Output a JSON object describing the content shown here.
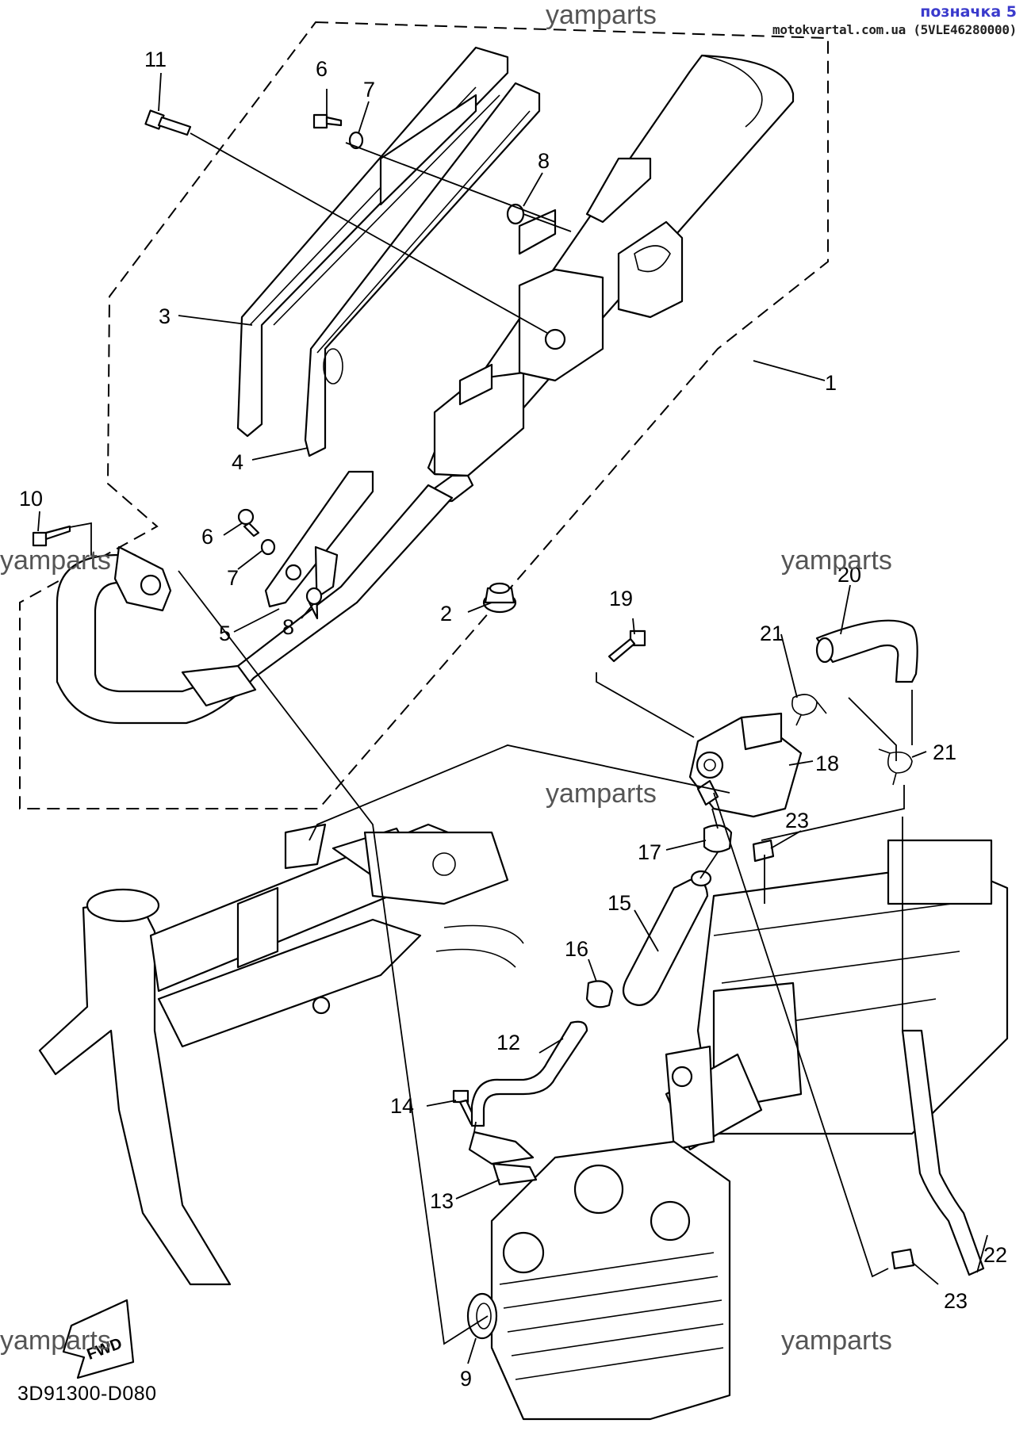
{
  "header": {
    "ref_label": "позначка 5",
    "site_label": "motokvartal.com.ua (5VLE46280000)"
  },
  "diagram_code": "3D91300-D080",
  "watermarks": [
    "yamparts",
    "yamparts",
    "yamparts",
    "yamparts",
    "yamparts",
    "yamparts"
  ],
  "fwd_label": "FWD",
  "callouts": [
    "1",
    "2",
    "3",
    "4",
    "5",
    "6",
    "6",
    "7",
    "7",
    "8",
    "8",
    "9",
    "10",
    "11",
    "12",
    "13",
    "14",
    "15",
    "16",
    "17",
    "18",
    "19",
    "20",
    "21",
    "21",
    "22",
    "23",
    "23"
  ]
}
